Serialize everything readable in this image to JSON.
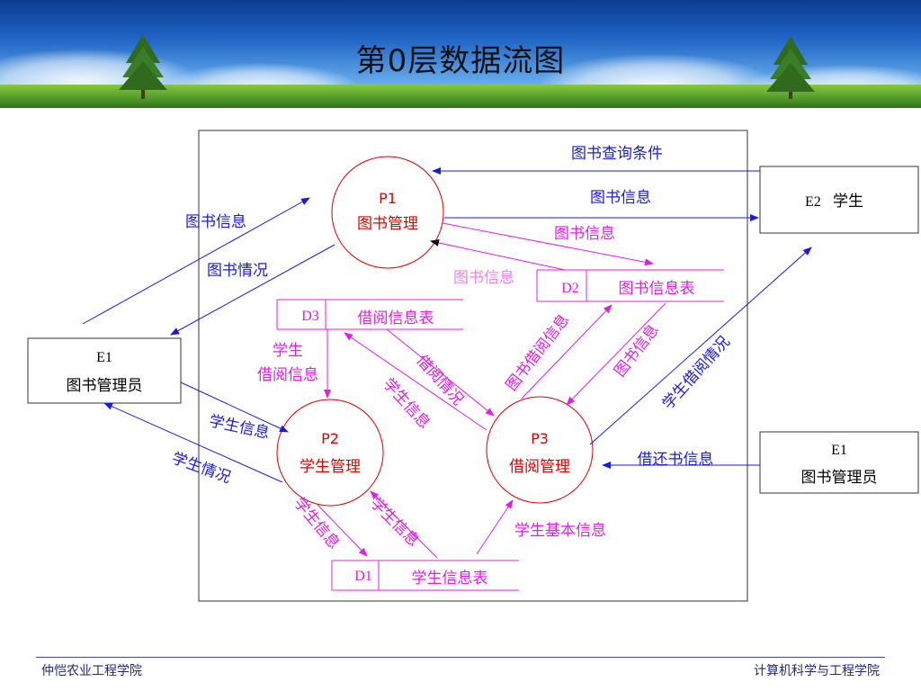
{
  "slide": {
    "title": "第0层数据流图",
    "footer_left": "仲恺农业工程学院",
    "footer_right": "计算机科学与工程学院"
  },
  "processes": [
    {
      "id": "P1",
      "name": "图书管理"
    },
    {
      "id": "P2",
      "name": "学生管理"
    },
    {
      "id": "P3",
      "name": "借阅管理"
    }
  ],
  "entities": [
    {
      "id": "E1",
      "name": "图书管理员"
    },
    {
      "id": "E2",
      "name": "学生"
    },
    {
      "id": "E1",
      "name": "图书管理员"
    }
  ],
  "data_stores": [
    {
      "id": "D2",
      "name": "图书信息表"
    },
    {
      "id": "D3",
      "name": "借阅信息表"
    },
    {
      "id": "D1",
      "name": "学生信息表"
    }
  ],
  "flows": [
    {
      "label": "图书查询条件"
    },
    {
      "label": "图书信息"
    },
    {
      "label": "图书信息"
    },
    {
      "label": "图书信息"
    },
    {
      "label": "图书信息"
    },
    {
      "label": "图书情况"
    },
    {
      "label": "学生"
    },
    {
      "label": "借阅信息"
    },
    {
      "label": "借阅情况"
    },
    {
      "label": "学生信息"
    },
    {
      "label": "图书借阅信息"
    },
    {
      "label": "图书信息"
    },
    {
      "label": "学生借阅情况"
    },
    {
      "label": "学生信息"
    },
    {
      "label": "学生情况"
    },
    {
      "label": "借还书信息"
    },
    {
      "label": "学生信息"
    },
    {
      "label": "学生信息"
    },
    {
      "label": "学生基本信息"
    }
  ],
  "colors": {
    "blue": "#1a1adf",
    "magenta": "#e020e0",
    "red": "#e00000",
    "black": "#000000"
  }
}
